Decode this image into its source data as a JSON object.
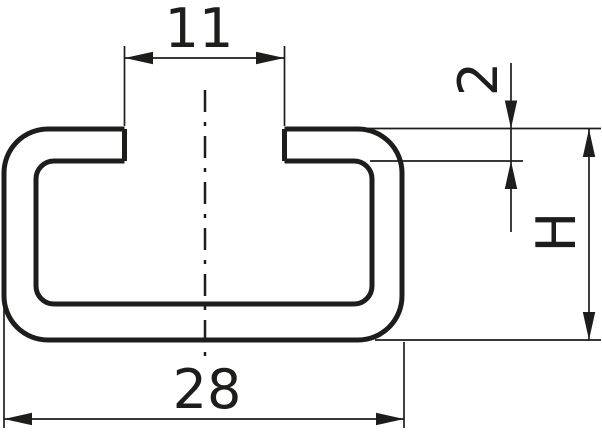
{
  "drawing": {
    "type": "technical-cross-section",
    "colors": {
      "line": "#1d1d1b",
      "background": "#ffffff"
    },
    "dimensions": {
      "slot_width": "11",
      "wall_thickness": "2",
      "height": "H",
      "overall_width": "28"
    }
  }
}
